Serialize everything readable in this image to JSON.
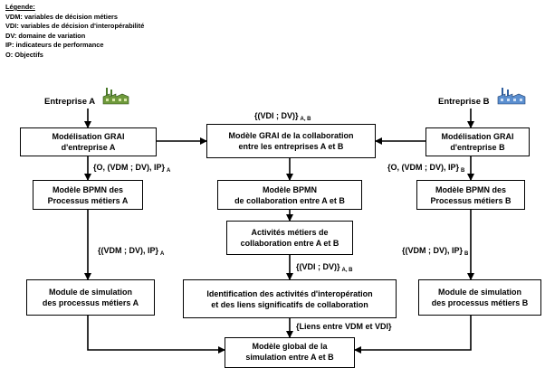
{
  "legend": {
    "title": "Légende:",
    "items": [
      "VDM: variables de décision métiers",
      "VDI: variables de décision d'interopérabilité",
      "DV: domaine de variation",
      "IP: indicateurs de performance",
      "O: Objectifs"
    ]
  },
  "entreprises": {
    "a": "Entreprise A",
    "b": "Entreprise B"
  },
  "icons": {
    "factory_a": "factory-icon",
    "factory_b": "factory-icon"
  },
  "boxes": {
    "grai_a": [
      "Modélisation GRAI",
      "d'entreprise A"
    ],
    "grai_ab": [
      "Modèle GRAI de la collaboration",
      "entre les entreprises A et B"
    ],
    "grai_b": [
      "Modélisation GRAI",
      "d'entreprise B"
    ],
    "bpmn_a": [
      "Modèle BPMN des",
      "Processus métiers  A"
    ],
    "bpmn_ab": [
      "Modèle BPMN",
      "de collaboration entre A et B"
    ],
    "bpmn_b": [
      "Modèle BPMN des",
      "Processus métiers  B"
    ],
    "activites": [
      "Activités métiers de",
      "collaboration entre A et B"
    ],
    "sim_a": [
      "Module de simulation",
      "des processus métiers A"
    ],
    "identification": [
      "Identification des activités d'interopération",
      "et des liens  significatifs de collaboration"
    ],
    "sim_b": [
      "Module de simulation",
      "des processus métiers B"
    ],
    "global": [
      "Modèle global de la",
      "simulation entre A et B"
    ]
  },
  "labels": {
    "vdi_dv_top": {
      "text": "{(VDI ; DV)}",
      "sub": "A, B"
    },
    "o_vdm_a": {
      "text": "{O, (VDM ; DV), IP}",
      "sub": "A"
    },
    "o_vdm_b": {
      "text": "{O, (VDM ; DV), IP}",
      "sub": "B"
    },
    "vdm_ip_a": {
      "text": "{(VDM ; DV), IP}",
      "sub": "A"
    },
    "vdm_ip_b": {
      "text": "{(VDM ; DV), IP}",
      "sub": "B"
    },
    "vdi_dv_mid": {
      "text": "{(VDI ; DV)}",
      "sub": "A, B"
    },
    "liens": {
      "text": "{Liens entre VDM et VDI}"
    }
  }
}
